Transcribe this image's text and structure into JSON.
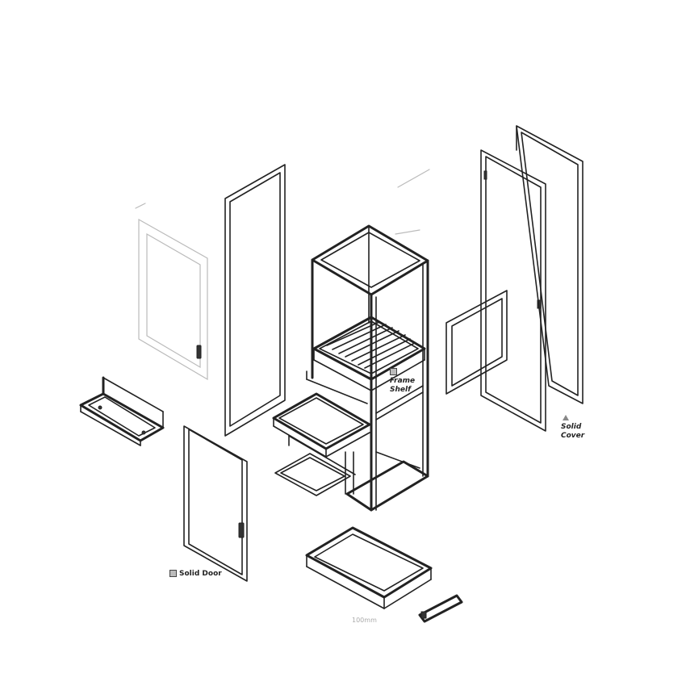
{
  "labels": {
    "frame_shelf_line1": "Frame",
    "frame_shelf_line2": "Shelf",
    "solid_cover_line1": "Solid",
    "solid_cover_line2": "Cover",
    "solid_door": "Solid Door",
    "dimension": "100mm"
  },
  "colors": {
    "line": "#222222",
    "marker": "#bbbbbb"
  }
}
